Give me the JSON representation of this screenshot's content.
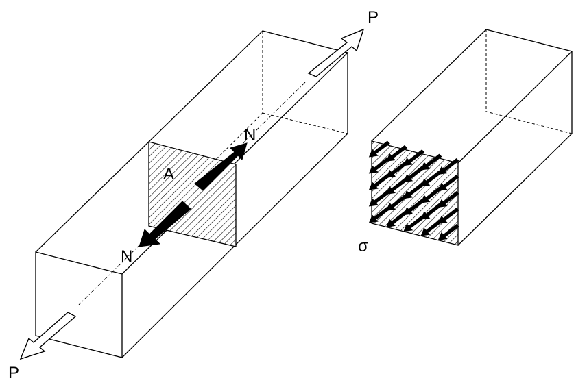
{
  "labels": {
    "force_top": "P",
    "force_bottom": "P",
    "normal_upper": "N",
    "normal_lower": "N",
    "area": "A",
    "stress": "σ"
  }
}
